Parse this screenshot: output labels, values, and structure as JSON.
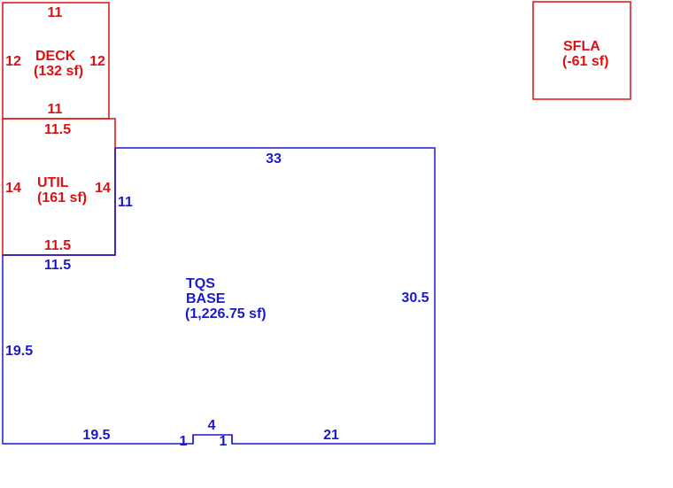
{
  "colors": {
    "base": "#1a1acc",
    "addon": "#dd1111"
  },
  "deck": {
    "name": "DECK",
    "area": "(132 sf)",
    "dims": {
      "top": "11",
      "bottom": "11",
      "left": "12",
      "right": "12"
    }
  },
  "util": {
    "name": "UTIL",
    "area": "(161 sf)",
    "dims": {
      "top": "11.5",
      "bottom": "11.5",
      "left": "14",
      "right": "14"
    }
  },
  "sfla": {
    "name": "SFLA",
    "area": "(-61 sf)"
  },
  "base": {
    "name_line1": "TQS",
    "name_line2": "BASE",
    "area": "(1,226.75 sf)",
    "dims": {
      "top": "33",
      "right": "30.5",
      "left": "19.5",
      "upper_left_step": "11",
      "util_bottom": "11.5",
      "bottom_left": "19.5",
      "bottom_right": "21",
      "notch_width": "4",
      "notch_left": "1",
      "notch_right": "1"
    }
  }
}
